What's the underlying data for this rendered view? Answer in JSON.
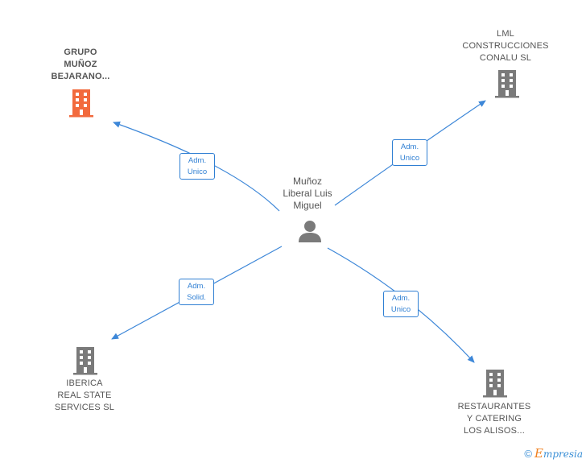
{
  "center": {
    "lines": [
      "Muñoz",
      "Liberal Luis",
      "Miguel"
    ],
    "icon": "person-icon",
    "color": "#7a7a7a"
  },
  "companies": [
    {
      "key": "grupo",
      "lines": [
        "GRUPO",
        "MUÑOZ",
        "BEJARANO..."
      ],
      "icon": "building-icon",
      "color": "#f26a3d"
    },
    {
      "key": "lml",
      "lines": [
        "LML",
        "CONSTRUCCIONES",
        "CONALU  SL"
      ],
      "icon": "building-icon",
      "color": "#7a7a7a"
    },
    {
      "key": "iberica",
      "lines": [
        "IBERICA",
        "REAL STATE",
        "SERVICES  SL"
      ],
      "icon": "building-icon",
      "color": "#7a7a7a"
    },
    {
      "key": "restaurantes",
      "lines": [
        "RESTAURANTES",
        "Y CATERING",
        "LOS ALISOS..."
      ],
      "icon": "building-icon",
      "color": "#7a7a7a"
    }
  ],
  "edges": [
    {
      "to": "grupo",
      "lines": [
        "Adm.",
        "Unico"
      ]
    },
    {
      "to": "lml",
      "lines": [
        "Adm.",
        "Unico"
      ]
    },
    {
      "to": "iberica",
      "lines": [
        "Adm.",
        "Solid."
      ]
    },
    {
      "to": "restaurantes",
      "lines": [
        "Adm.",
        "Unico"
      ]
    }
  ],
  "colors": {
    "edge": "#3d87d8"
  },
  "footer": {
    "copyright": "©",
    "brand_initial": "E",
    "brand_rest": "mpresia"
  }
}
